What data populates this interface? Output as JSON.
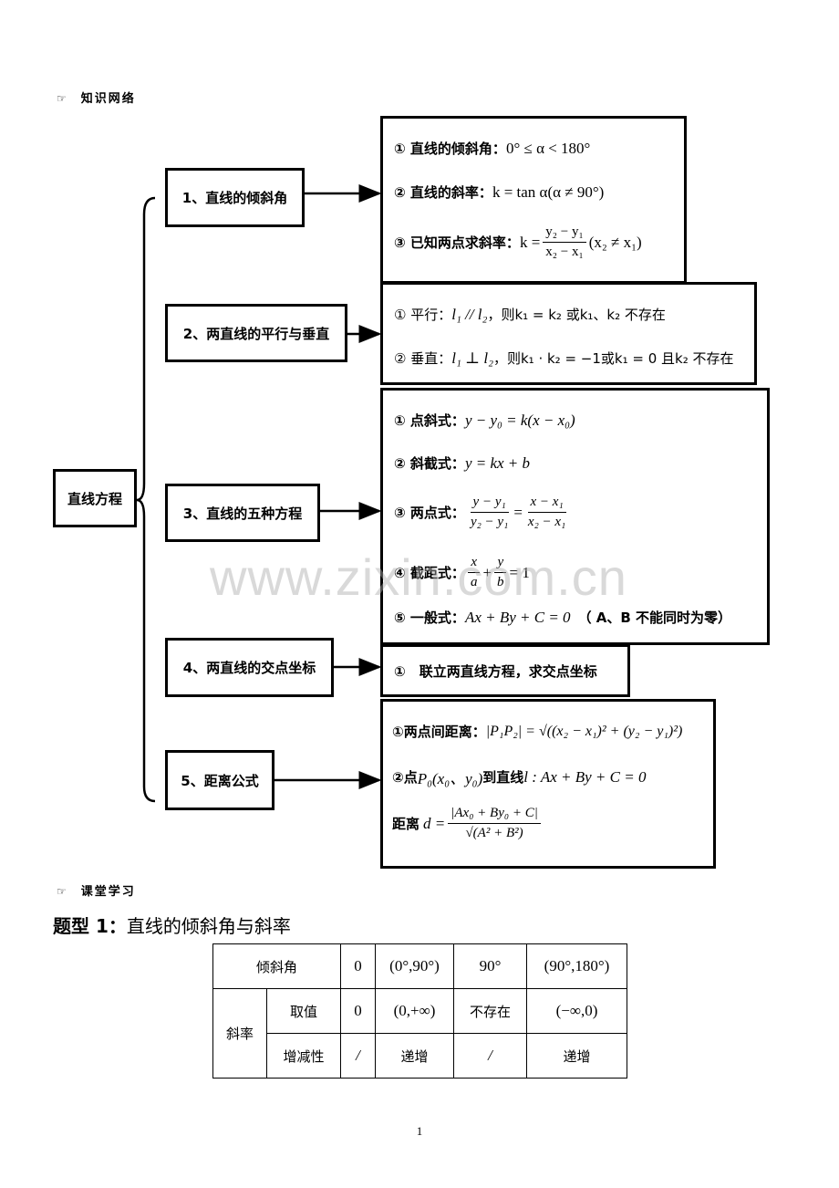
{
  "section1": {
    "hand": "☞",
    "title": "知识网络"
  },
  "section2": {
    "hand": "☞",
    "title": "课堂学习"
  },
  "root": "直线方程",
  "topics": [
    "1、直线的倾斜角",
    "2、两直线的平行与垂直",
    "3、直线的五种方程",
    "4、两直线的交点坐标",
    "5、距离公式"
  ],
  "detail1": {
    "l1_label": "① 直线的倾斜角：",
    "l1_math": "0° ≤ α < 180°",
    "l2_label": "② 直线的斜率：",
    "l2_math": "k = tan α(α ≠ 90°)",
    "l3_label": "③ 已知两点求斜率：",
    "l3_pre": "k =",
    "l3_num": "y₂ − y₁",
    "l3_den": "x₂ − x₁",
    "l3_post": "(x₂ ≠ x₁)"
  },
  "detail2": {
    "l1_label": "① 平行：",
    "l1_math": "l₁ // l₂",
    "l1_text": "，则k₁ = k₂ 或k₁、k₂ 不存在",
    "l2_label": "② 垂直：",
    "l2_math": "l₁ ⊥ l₂",
    "l2_text": "，则k₁ · k₂ = −1或k₁ = 0 且k₂ 不存在"
  },
  "detail3": {
    "l1_label": "① 点斜式：",
    "l1_math": "y − y₀ = k(x − x₀)",
    "l2_label": "② 斜截式：",
    "l2_math": "y = kx + b",
    "l3_label": "③ 两点式：",
    "l3_num1": "y − y₁",
    "l3_den1": "y₂ − y₁",
    "l3_eq": "=",
    "l3_num2": "x − x₁",
    "l3_den2": "x₂ − x₁",
    "l4_label": "④ 截距式：",
    "l4_num1": "x",
    "l4_den1": "a",
    "l4_plus": "+",
    "l4_num2": "y",
    "l4_den2": "b",
    "l4_eq": "= 1",
    "l5_label": "⑤ 一般式：",
    "l5_math": "Ax + By + C = 0",
    "l5_note": "（ A、B 不能同时为零）"
  },
  "detail4": {
    "l1": "①　联立两直线方程，求交点坐标"
  },
  "detail5": {
    "l1_label": "①两点间距离：",
    "l1_math": "|P₁P₂| = √((x₂ − x₁)² + (y₂ − y₁)²)",
    "l2_label1": "②点",
    "l2_math1": "P₀(x₀、y₀)",
    "l2_label2": "到直线",
    "l2_math2": "l : Ax + By + C = 0",
    "l3_label": "距离",
    "l3_pre": "d =",
    "l3_num": "|Ax₀ + By₀ + C|",
    "l3_den": "√(A² + B²)"
  },
  "watermark": "www.zixin.com.cn",
  "heading": {
    "bold": "题型 1：",
    "normal": "直线的倾斜角与斜率"
  },
  "table": {
    "r1_label": "倾斜角",
    "r1": [
      "0",
      "(0°,90°)",
      "90°",
      "(90°,180°)"
    ],
    "side_label": "斜率",
    "r2_label": "取值",
    "r2": [
      "0",
      "(0,+∞)",
      "不存在",
      "(−∞,0)"
    ],
    "r3_label": "增减性",
    "r3": [
      "/",
      "递增",
      "/",
      "递增"
    ]
  },
  "page_number": "1"
}
